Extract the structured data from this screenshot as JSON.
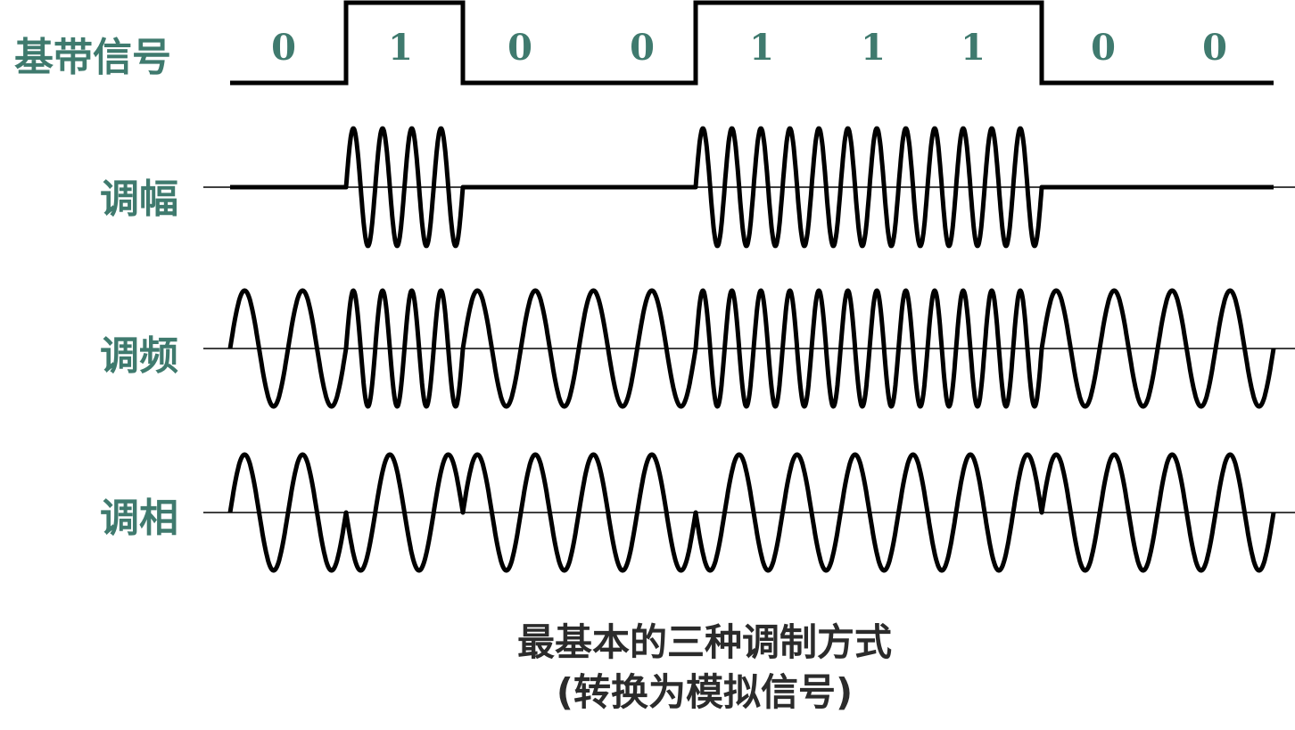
{
  "labels": {
    "baseband": "基带信号",
    "am": "调幅",
    "fm": "调频",
    "pm": "调相"
  },
  "bits": [
    "0",
    "1",
    "0",
    "0",
    "1",
    "1",
    "1",
    "0",
    "0"
  ],
  "caption": {
    "line1": "最基本的三种调制方式",
    "line2": "(转换为模拟信号)"
  },
  "colors": {
    "label_text": "#3f7a6e",
    "caption_text": "#2b2b2b",
    "waveform": "#000000"
  }
}
